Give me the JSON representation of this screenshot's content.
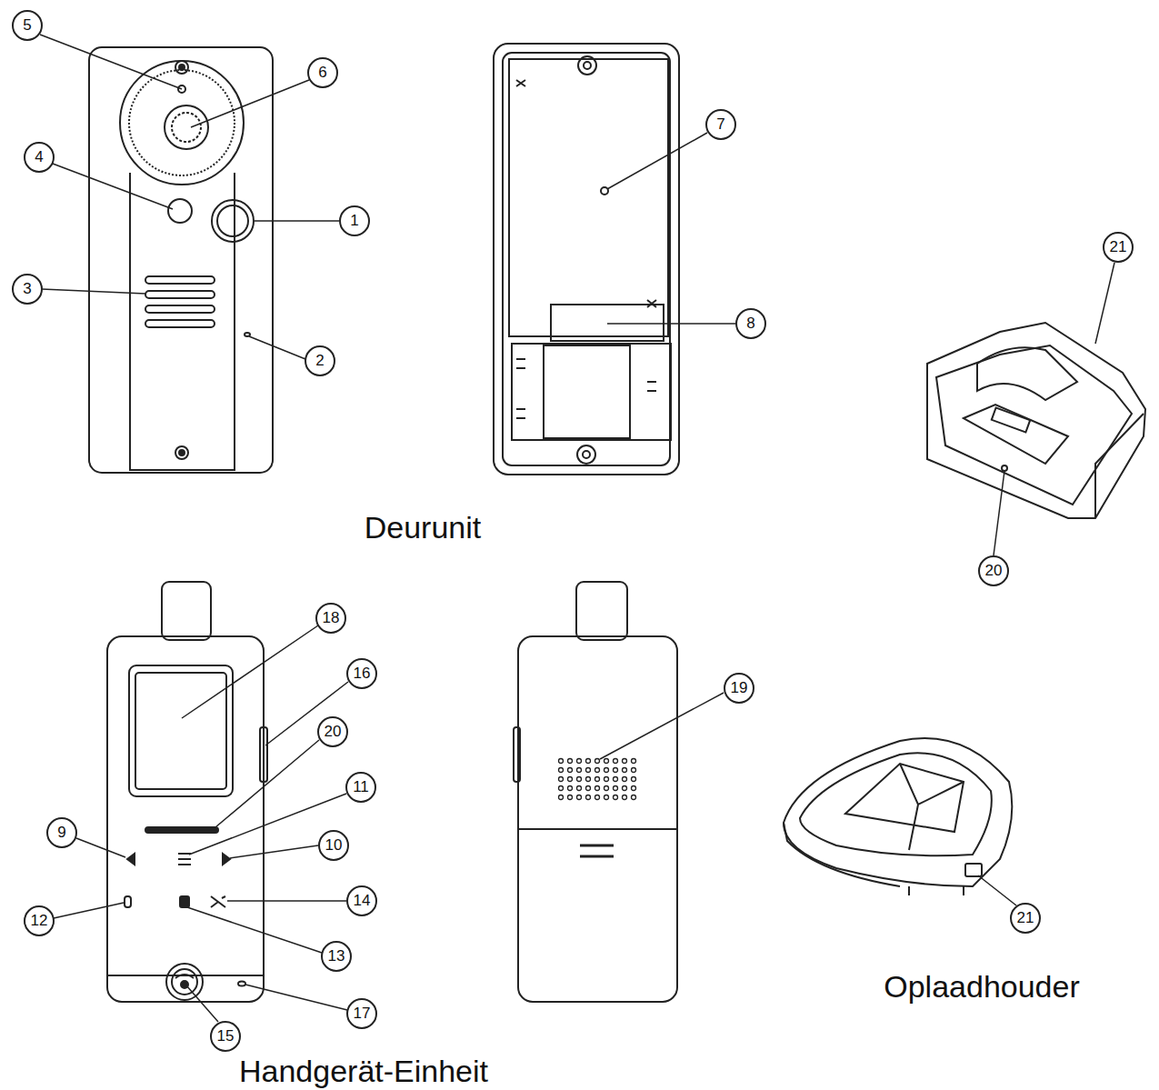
{
  "diagram": {
    "labels": [
      "5",
      "6",
      "4",
      "1",
      "3",
      "2",
      "7",
      "8",
      "21",
      "20",
      "Deurunit",
      "18",
      "16",
      "20",
      "11",
      "9",
      "10",
      "12",
      "14",
      "13",
      "15",
      "17",
      "19",
      "21",
      "Handgerät-Einheit",
      "Oplaadhouder"
    ]
  }
}
